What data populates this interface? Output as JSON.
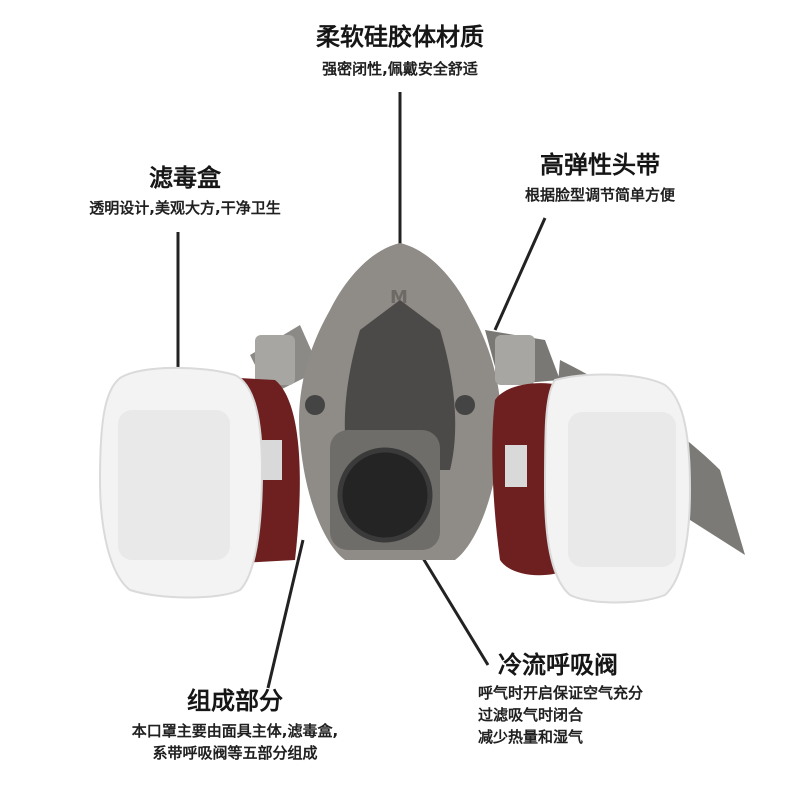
{
  "callouts": {
    "material": {
      "title": "柔软硅胶体材质",
      "desc": "强密闭性,佩戴安全舒适"
    },
    "headband": {
      "title": "高弹性头带",
      "desc": "根据脸型调节简单方便"
    },
    "filter": {
      "title": "滤毒盒",
      "desc": "透明设计,美观大方,干净卫生"
    },
    "valve": {
      "title": "冷流呼吸阀",
      "lines": [
        "呼气时开启保证空气充分",
        "过滤吸气时闭合",
        "减少热量和湿气"
      ]
    },
    "components": {
      "title": "组成部分",
      "lines": [
        "本口罩主要由面具主体,滤毒盒,",
        "系带呼吸阀等五部分组成"
      ]
    }
  },
  "colors": {
    "mask_gray": "#8f8b86",
    "mask_dark": "#4b4a48",
    "cartridge_red": "#6e1f1f",
    "filter_white": "#f3f3f3",
    "leader_line": "#222222"
  }
}
